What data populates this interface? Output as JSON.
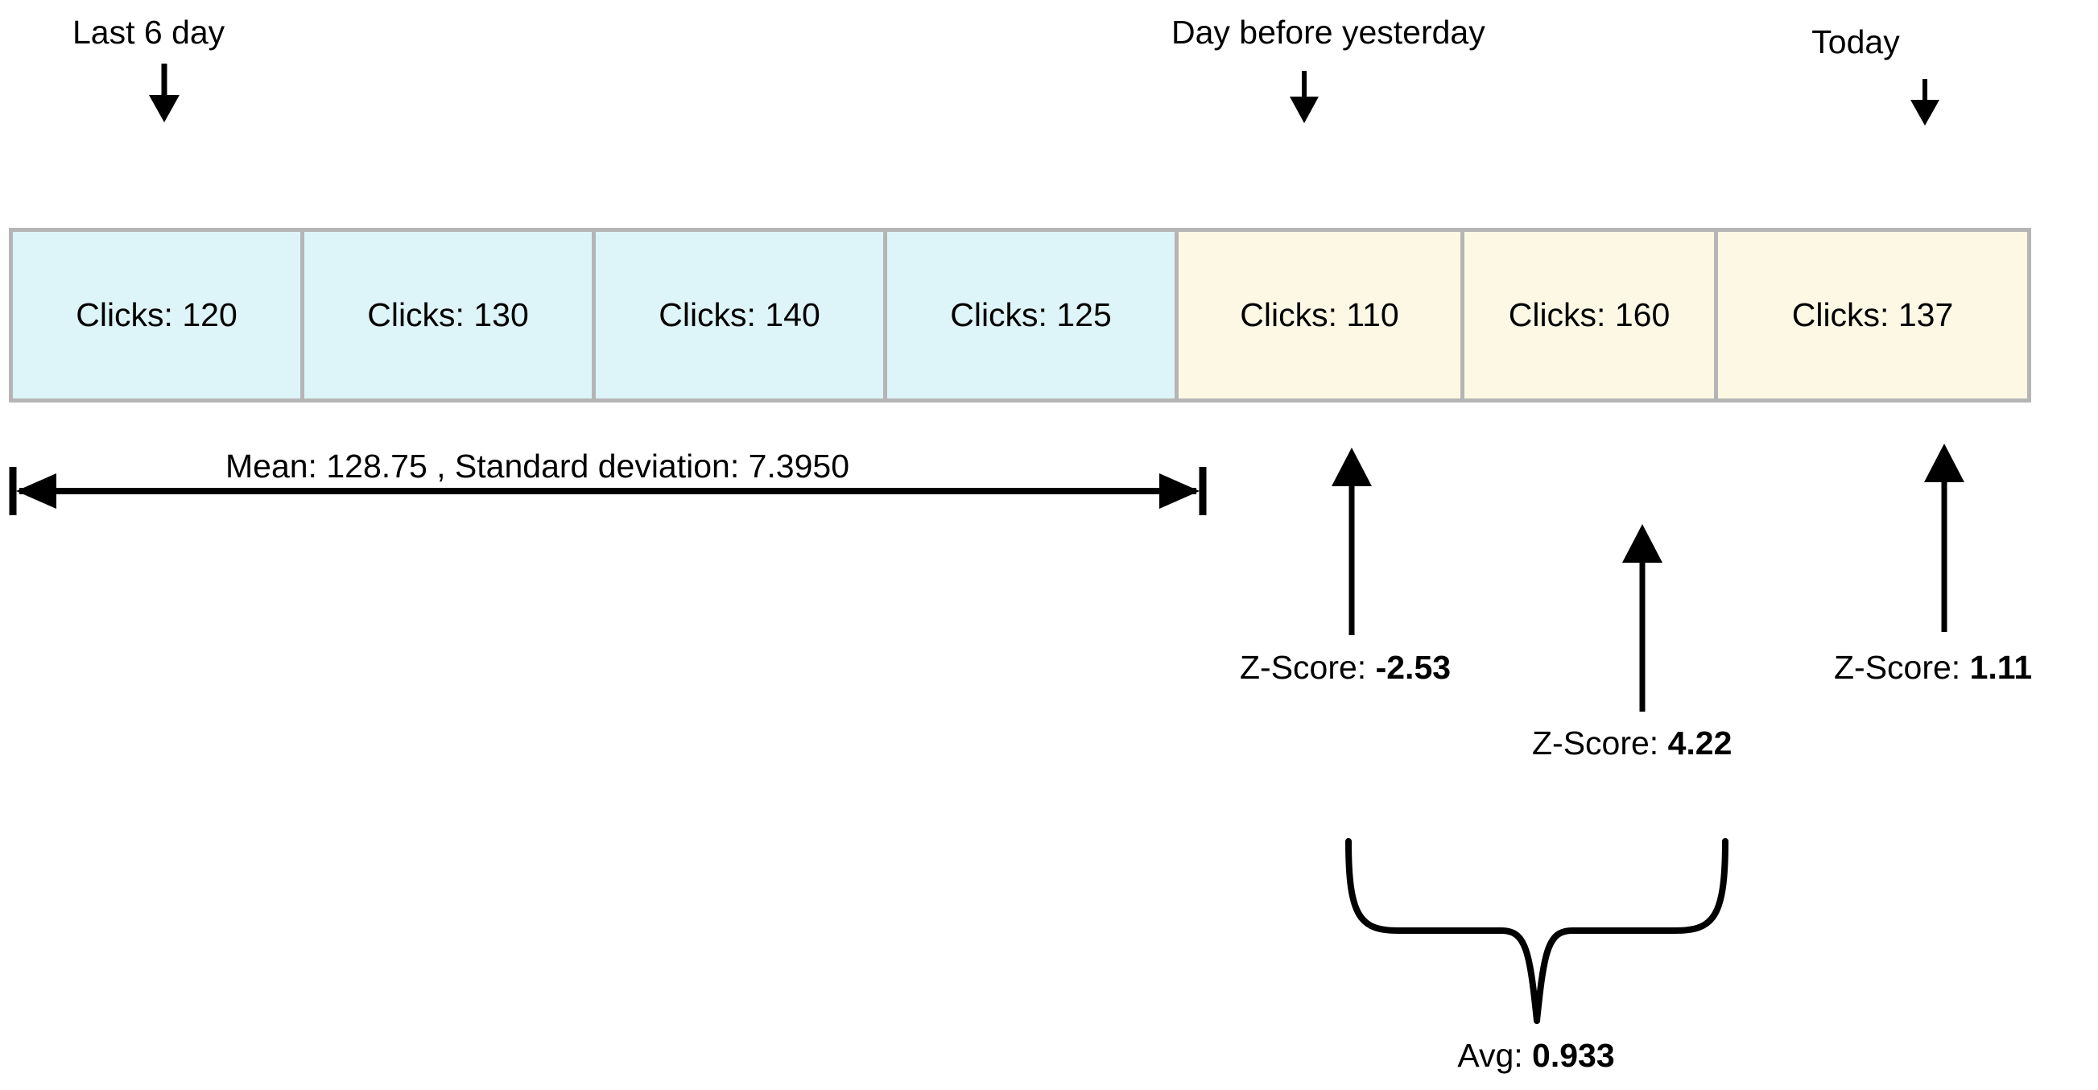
{
  "diagram": {
    "title_labels": {
      "last_window": "Last 6 day",
      "day_before_yesterday": "Day before yesterday",
      "today": "Today"
    },
    "cells": [
      {
        "label": "Clicks: 120",
        "value": 120,
        "group": "baseline",
        "color": "#ddf4f8"
      },
      {
        "label": "Clicks: 130",
        "value": 130,
        "group": "baseline",
        "color": "#ddf4f8"
      },
      {
        "label": "Clicks: 140",
        "value": 140,
        "group": "baseline",
        "color": "#ddf4f8"
      },
      {
        "label": "Clicks: 125",
        "value": 125,
        "group": "baseline",
        "color": "#ddf4f8"
      },
      {
        "label": "Clicks: 110",
        "value": 110,
        "group": "evaluated",
        "color": "#fdf8e3"
      },
      {
        "label": "Clicks: 160",
        "value": 160,
        "group": "evaluated",
        "color": "#fdf8e3"
      },
      {
        "label": "Clicks: 137",
        "value": 137,
        "group": "evaluated",
        "color": "#fdf8e3"
      }
    ],
    "stats_bracket": {
      "label": "Mean: 128.75 , Standard deviation: 7.3950",
      "mean": "128.75",
      "std": "7.3950"
    },
    "zscores": [
      {
        "prefix": "Z-Score: ",
        "value": "-2.53"
      },
      {
        "prefix": "Z-Score: ",
        "value": "4.22"
      },
      {
        "prefix": "Z-Score: ",
        "value": "1.11"
      }
    ],
    "average": {
      "prefix": "Avg: ",
      "value": "0.933"
    },
    "colors": {
      "baseline_fill": "#ddf4f8",
      "evaluated_fill": "#fdf8e3",
      "cell_border": "#b5b5b5",
      "stroke": "#000000",
      "background": "#ffffff"
    }
  }
}
